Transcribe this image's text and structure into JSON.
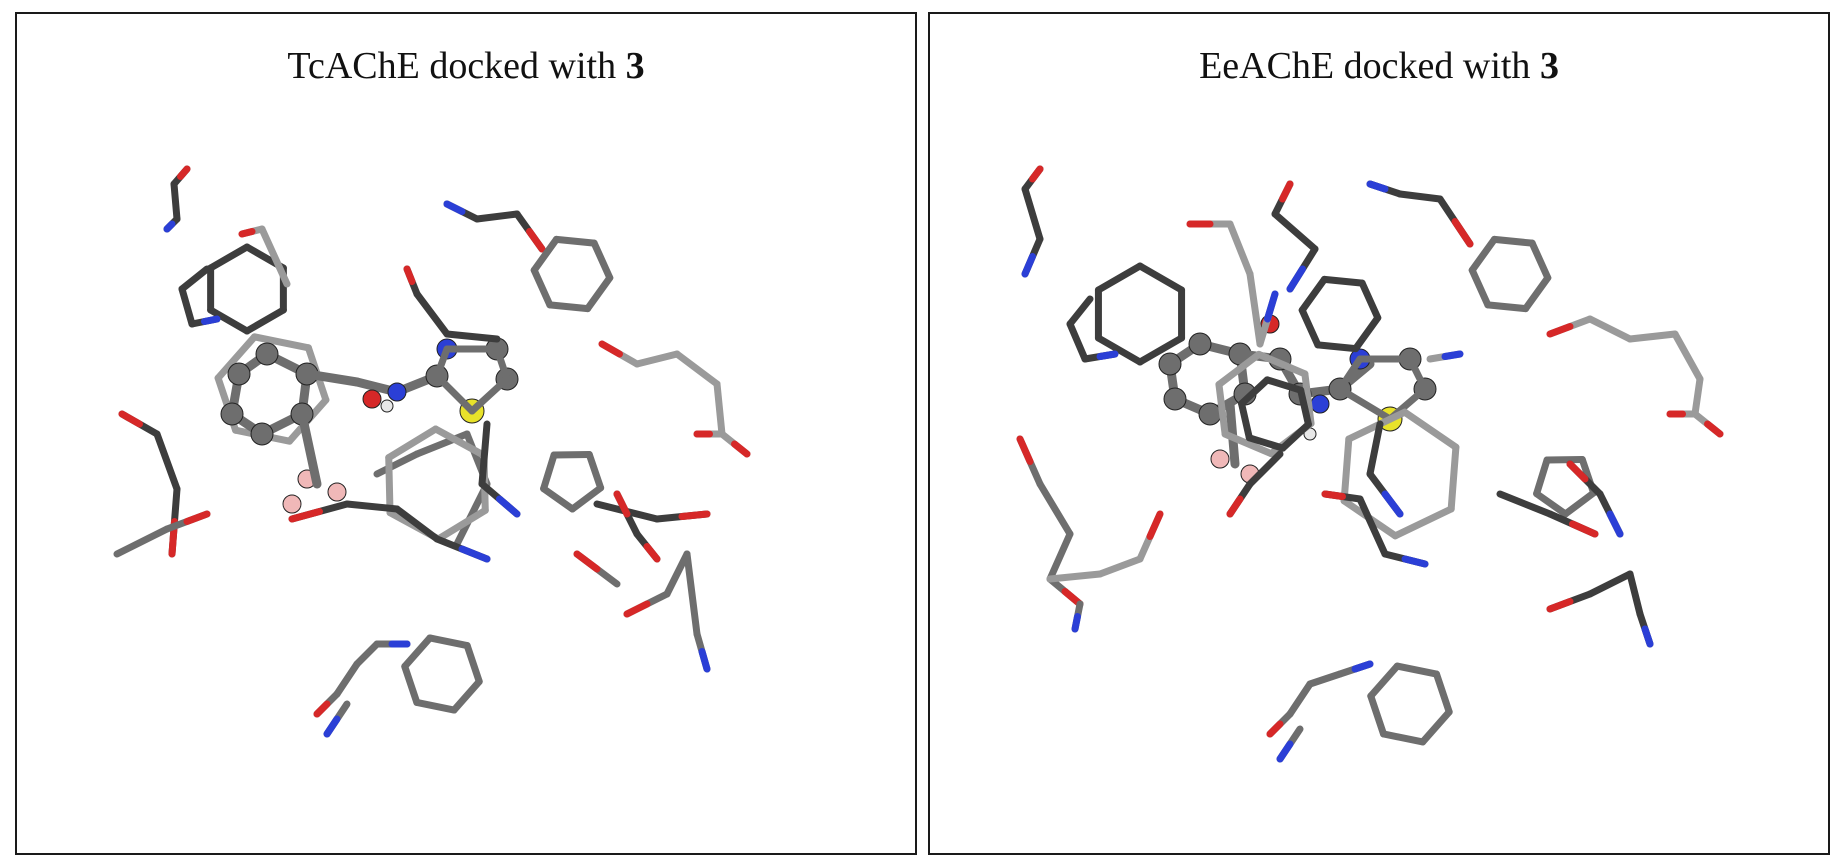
{
  "colors": {
    "carbon_dark": "#3d3d3d",
    "carbon_mid": "#6e6e6e",
    "carbon_light": "#9a9a9a",
    "nitrogen": "#2b3fd6",
    "oxygen": "#d62828",
    "sulfur": "#e8e22a",
    "fluorine": "#f0b8b8",
    "hydrogen": "#e8e8e8",
    "frame": "#1a1a1a"
  },
  "panels": [
    {
      "id": "left",
      "title_prefix": "TcAChE docked with ",
      "title_bold": "3"
    },
    {
      "id": "right",
      "title_prefix": "EeAChE docked with ",
      "title_bold": "3"
    }
  ]
}
